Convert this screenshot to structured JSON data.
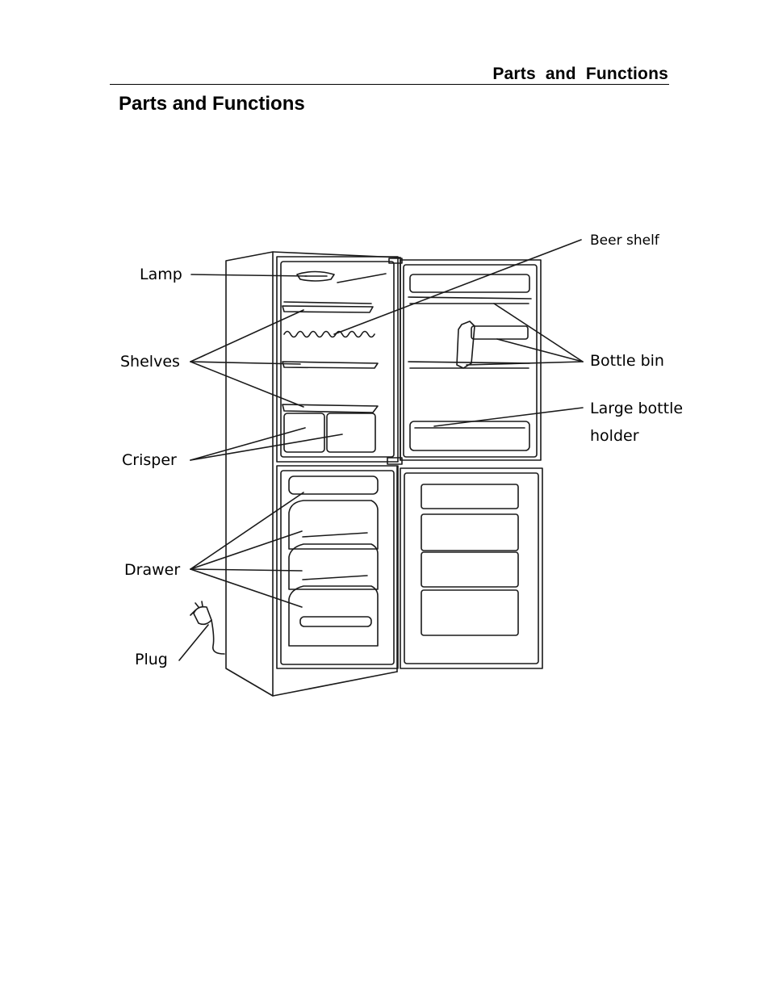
{
  "header": {
    "running_title": "Parts and Functions"
  },
  "page": {
    "title": "Parts and Functions"
  },
  "diagram": {
    "labels": {
      "lamp": "Lamp",
      "shelves": "Shelves",
      "crisper": "Crisper",
      "drawer": "Drawer",
      "plug": "Plug",
      "beer_shelf": "Beer shelf",
      "bottle_bin": "Bottle bin",
      "large_bottle_holder_line1": "Large bottle",
      "large_bottle_holder_line2": "holder"
    }
  }
}
